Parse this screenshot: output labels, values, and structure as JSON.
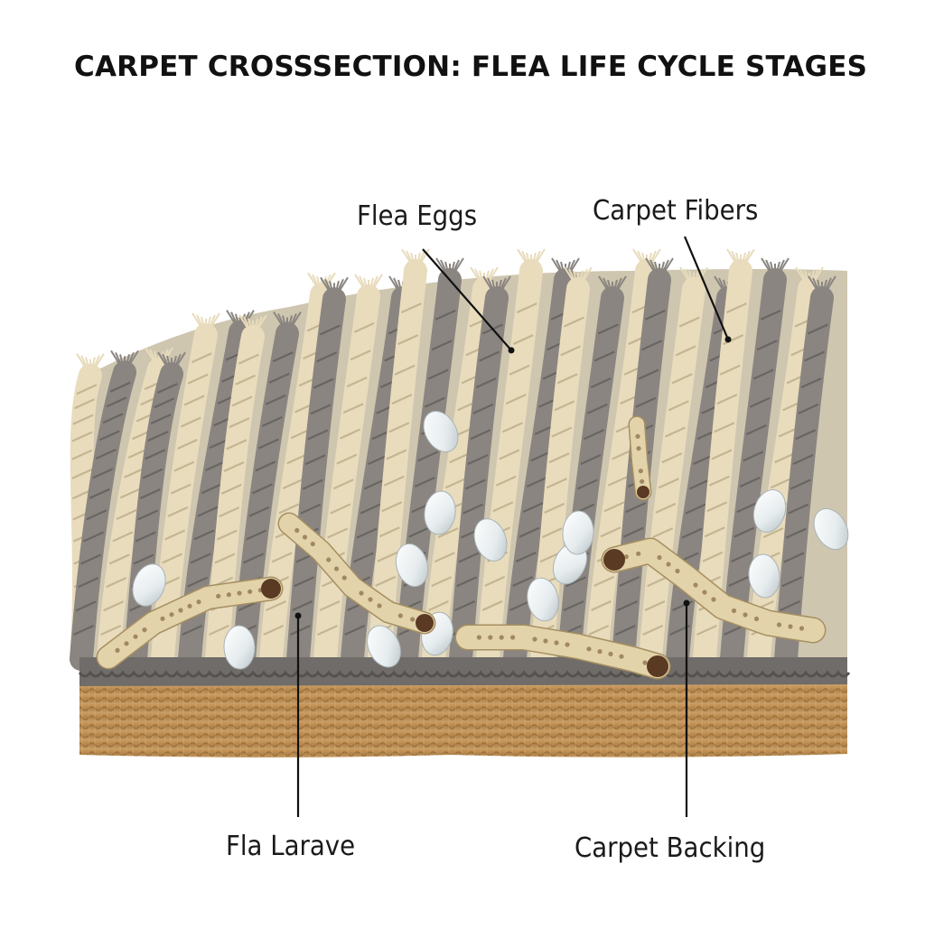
{
  "title": "CARPET CROSSSECTION: FLEA LIFE CYCLE STAGES",
  "labels": {
    "flea_eggs": "Flea Eggs",
    "carpet_fibers": "Carpet Fibers",
    "flea_larvae": "Fla Larave",
    "carpet_backing": "Carpet Backing"
  },
  "colors": {
    "fiber_cream": "#e8dcbc",
    "fiber_gray": "#8a8580",
    "backing": "#b98a4e",
    "egg": "#e9eef0",
    "larva": "#e3d3aa",
    "leader_line": "#111111"
  }
}
